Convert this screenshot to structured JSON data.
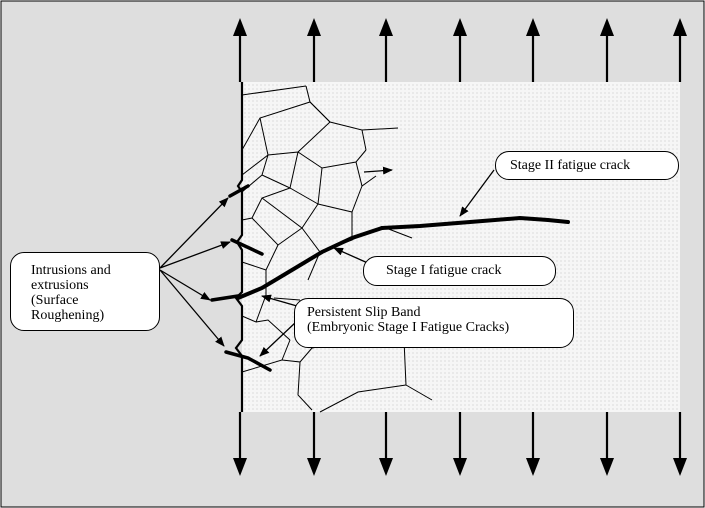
{
  "diagram": {
    "colors": {
      "frame_bg": "#dedede",
      "specimen_fill": "#f4f4f4",
      "line": "#000000"
    },
    "labels": {
      "stage2": "Stage II fatigue crack",
      "stage1": "Stage I fatigue crack",
      "intrusions": [
        "Intrusions and",
        "extrusions",
        "(Surface",
        "Roughening)"
      ],
      "psb": [
        "Persistent Slip Band",
        "(Embryonic Stage I Fatigue Cracks)"
      ]
    },
    "loading": {
      "arrow_count_top": 7,
      "arrow_count_bottom": 7
    }
  }
}
